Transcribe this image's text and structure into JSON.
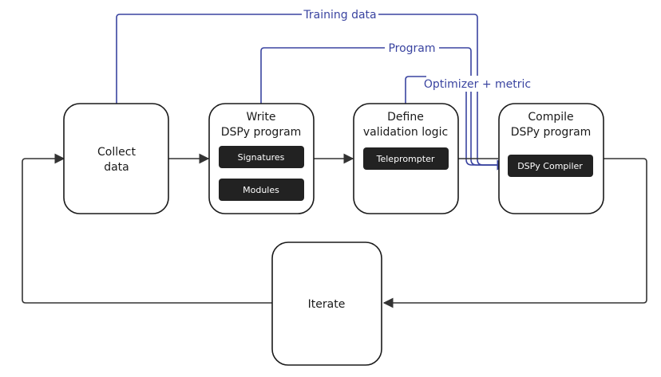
{
  "colors": {
    "box_stroke": "#1a1a1a",
    "chip_fill": "#222222",
    "chip_text": "#ffffff",
    "flow": "#3a44a0",
    "arrow": "#333333"
  },
  "stages": {
    "collect": {
      "line1": "Collect",
      "line2": "data"
    },
    "write": {
      "line1": "Write",
      "line2": "DSPy program",
      "chip1": "Signatures",
      "chip2": "Modules"
    },
    "define": {
      "line1": "Define",
      "line2": "validation logic",
      "chip1": "Teleprompter"
    },
    "compile": {
      "line1": "Compile",
      "line2": "DSPy program",
      "chip1": "DSPy Compiler"
    },
    "iterate": {
      "line1": "Iterate"
    }
  },
  "flows": {
    "training_data": "Training data",
    "program": "Program",
    "optimizer_metric": "Optimizer + metric"
  }
}
